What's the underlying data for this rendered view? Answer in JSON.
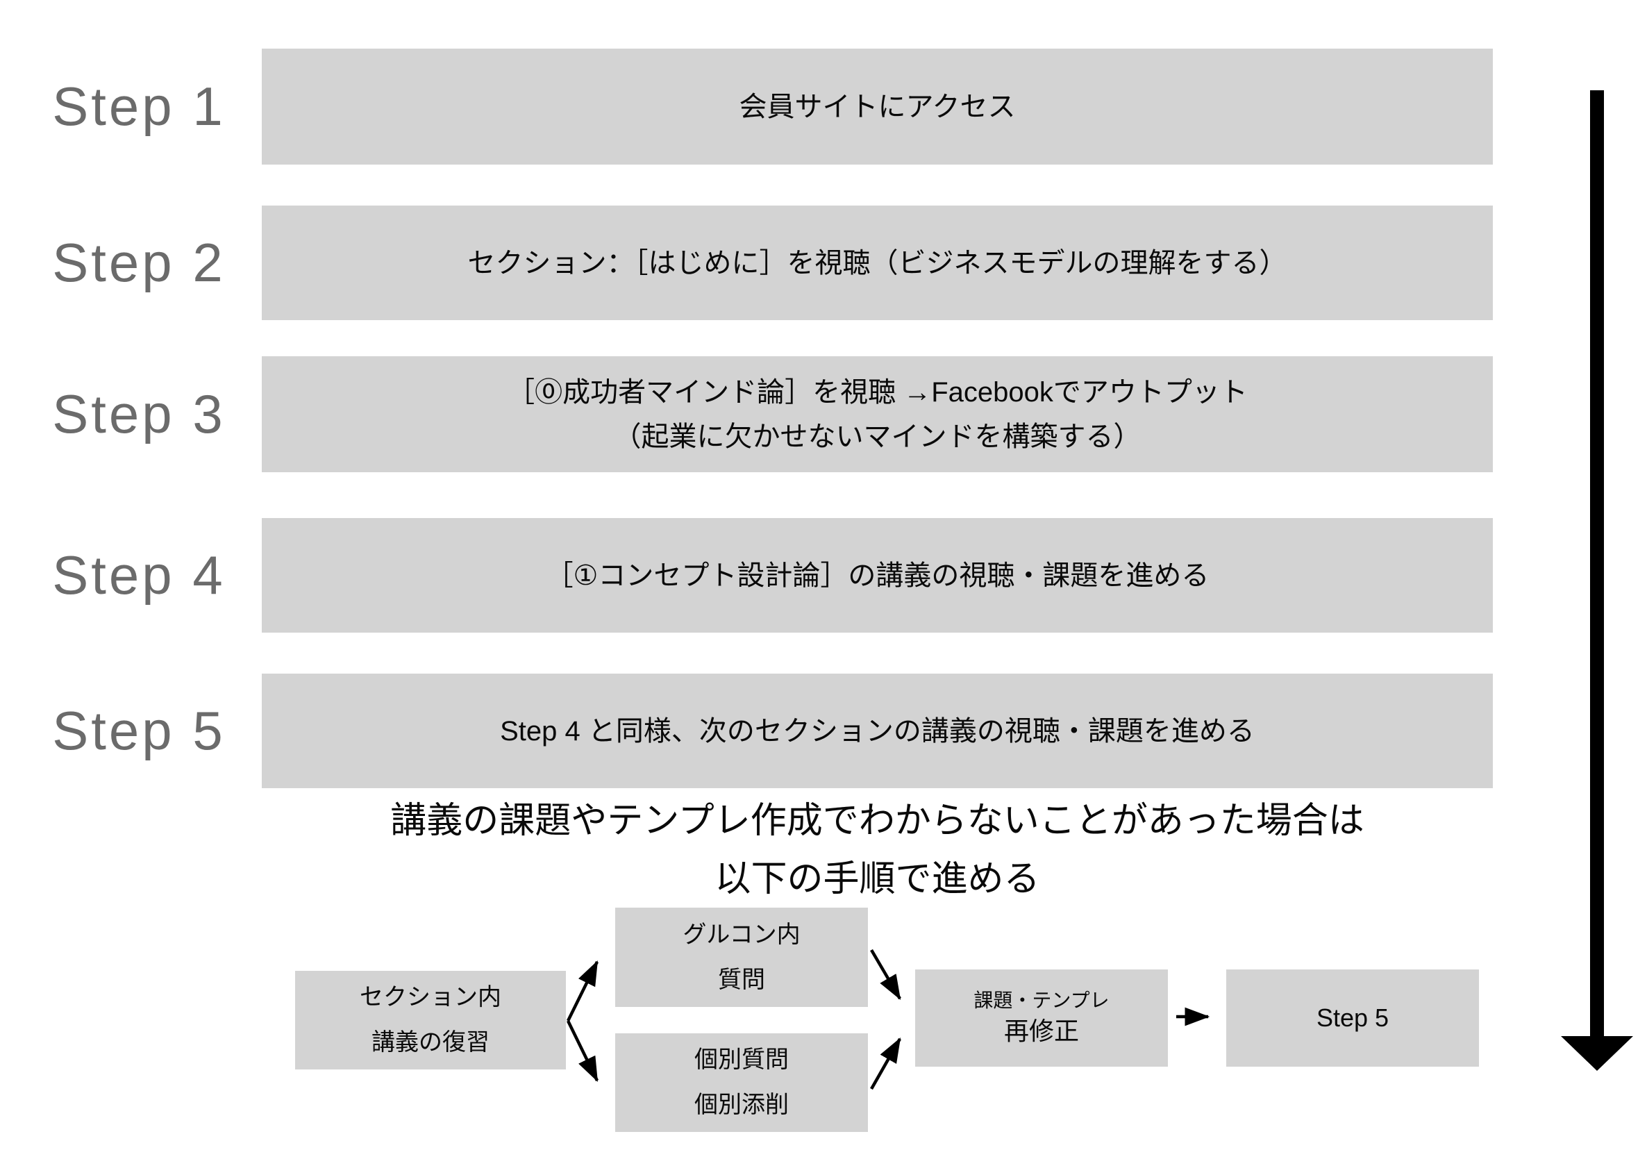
{
  "steps": [
    {
      "label": "Step 1",
      "lines": [
        "会員サイトにアクセス"
      ]
    },
    {
      "label": "Step 2",
      "lines": [
        "セクション：［はじめに］を視聴（ビジネスモデルの理解をする）"
      ]
    },
    {
      "label": "Step 3",
      "lines": [
        "［⓪成功者マインド論］を視聴 →Facebookでアウトプット",
        "（起業に欠かせないマインドを構築する）"
      ]
    },
    {
      "label": "Step 4",
      "lines": [
        "［①コンセプト設計論］の講義の視聴・課題を進める"
      ]
    },
    {
      "label": "Step 5",
      "lines": [
        "Step 4 と同様、次のセクションの講義の視聴・課題を進める"
      ]
    }
  ],
  "note": {
    "line1": "講義の課題やテンプレ作成でわからないことがあった場合は",
    "line2": "以下の手順で進める"
  },
  "flowchart": {
    "review": {
      "line1": "セクション内",
      "line2": "講義の復習"
    },
    "group_question": {
      "line1": "グルコン内",
      "line2": "質問"
    },
    "individual_question": {
      "line1": "個別質問",
      "line2": "個別添削"
    },
    "revise": {
      "line1": "課題・テンプレ",
      "line2": "再修正"
    },
    "next_step": {
      "label": "Step 5"
    }
  },
  "colors": {
    "box_fill": "#d3d3d3",
    "step_label_gray": "#6b6b6b",
    "text_black": "#0a0a0a",
    "arrow_black": "#000000"
  }
}
